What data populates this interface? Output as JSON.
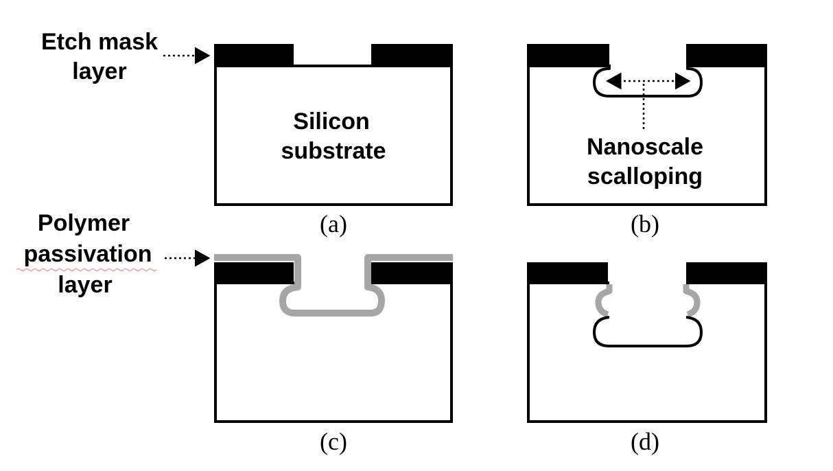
{
  "labels": {
    "etch_mask_line1": "Etch mask",
    "etch_mask_line2": "layer",
    "silicon_line1": "Silicon",
    "silicon_line2": "substrate",
    "nanoscale_line1": "Nanoscale",
    "nanoscale_line2": "scalloping",
    "polymer_line1": "Polymer",
    "polymer_line2": "passivation",
    "polymer_line3": "layer"
  },
  "captions": {
    "a": "(a)",
    "b": "(b)",
    "c": "(c)",
    "d": "(d)"
  },
  "colors": {
    "mask": "#000000",
    "substrate": "#ffffff",
    "passivation": "#a6a6a6",
    "outline": "#000000"
  }
}
